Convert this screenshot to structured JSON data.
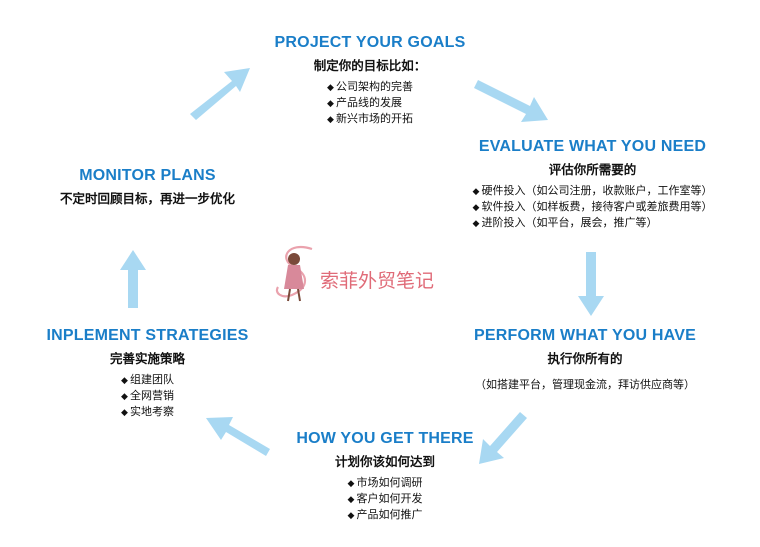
{
  "nodes": {
    "project": {
      "title": "PROJECT YOUR GOALS",
      "subtitle": "制定你的目标比如：",
      "items": [
        "公司架构的完善",
        "产品线的发展",
        "新兴市场的开拓"
      ]
    },
    "evaluate": {
      "title": "EVALUATE WHAT YOU NEED",
      "subtitle": "评估你所需要的",
      "items": [
        "硬件投入（如公司注册，收款账户，工作室等）",
        "软件投入（如样板费，接待客户或差旅费用等）",
        "进阶投入（如平台，展会，推广等）"
      ]
    },
    "perform": {
      "title": "PERFORM WHAT YOU HAVE",
      "subtitle": "执行你所有的",
      "note": "（如搭建平台，管理现金流，拜访供应商等）"
    },
    "how": {
      "title": "HOW YOU GET THERE",
      "subtitle": "计划你该如何达到",
      "items": [
        "市场如何调研",
        "客户如何开发",
        "产品如何推广"
      ]
    },
    "implement": {
      "title": "INPLEMENT STRATEGIES",
      "subtitle": "完善实施策略",
      "items": [
        "组建团队",
        "全网营销",
        "实地考察"
      ]
    },
    "monitor": {
      "title": "MONITOR PLANS",
      "subtitle": "不定时回顾目标，再进一步优化"
    }
  },
  "watermark": {
    "text": "索菲外贸笔记"
  },
  "colors": {
    "title": "#1a7ec8",
    "arrow": "#a8d8f2",
    "watermark": "#e06b78"
  }
}
